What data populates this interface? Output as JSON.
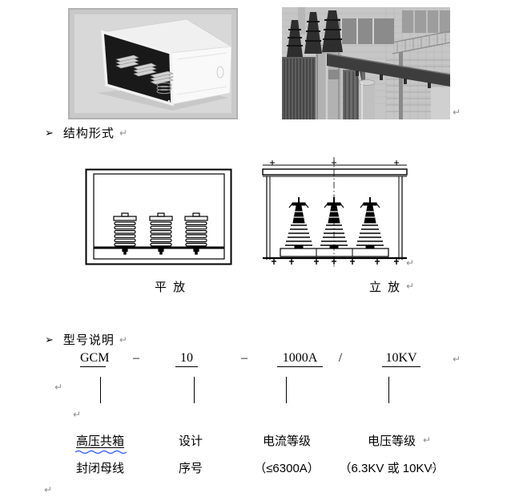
{
  "marks": {
    "paragraph_mark": "↵"
  },
  "colors": {
    "text": "#000000",
    "paragraph_mark": "#8f8f8f",
    "wavy_underline": "#2f54ff",
    "photo_frame": "#c9c9c9"
  },
  "figures": {
    "left_photo": "enclosed-busbar-box-photo",
    "right_photo": "transformer-busduct-installation-photo"
  },
  "headings": {
    "structure": {
      "bullet": "➢",
      "label": "结构形式"
    },
    "model": {
      "bullet": "➢",
      "label": "型号说明"
    }
  },
  "drawings": {
    "flat_caption": "平 放",
    "vertical_caption": "立 放"
  },
  "model_code": {
    "prefix": "GCM",
    "dash1": "–",
    "design_no": "10",
    "dash2": "–",
    "current": "1000A",
    "slash": "/",
    "voltage": "10KV"
  },
  "legend": {
    "col1": {
      "line1": "高压共箱",
      "line2": "封闭母线"
    },
    "col2": {
      "line1": "设计",
      "line2": "序号"
    },
    "col3": {
      "line1": "电流等级",
      "line2": "（≤6300A）"
    },
    "col4": {
      "line1": "电压等级",
      "line2": "（6.3KV 或 10KV）"
    }
  }
}
